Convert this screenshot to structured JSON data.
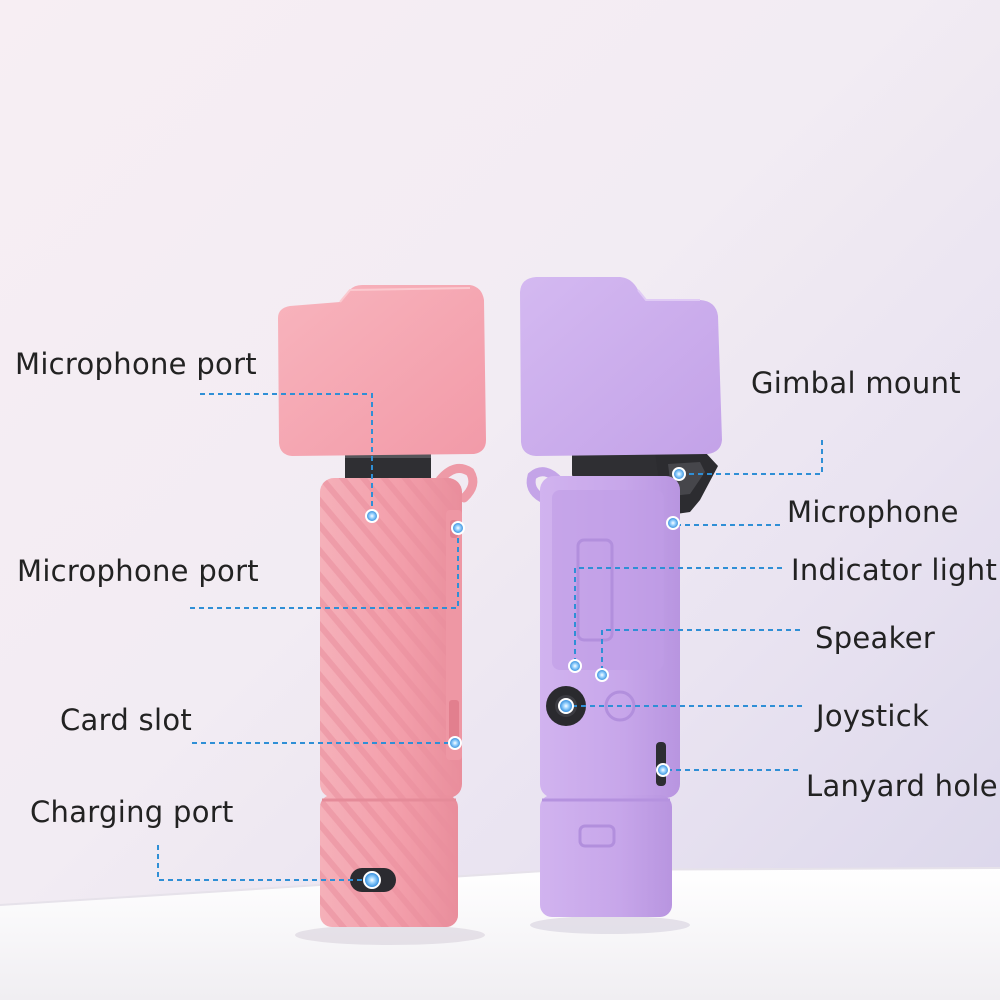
{
  "product_photo": {
    "left_case_color": "#f2a3ae",
    "right_case_color": "#c9a9ea",
    "callout_color": "#2f8fd6"
  },
  "callouts": {
    "left": [
      {
        "id": "microphone-port-top",
        "text": "Microphone port"
      },
      {
        "id": "microphone-port-side",
        "text": "Microphone port"
      },
      {
        "id": "card-slot",
        "text": "Card slot"
      },
      {
        "id": "charging-port",
        "text": "Charging port"
      }
    ],
    "right": [
      {
        "id": "gimbal-mount",
        "text": "Gimbal mount"
      },
      {
        "id": "microphone",
        "text": "Microphone"
      },
      {
        "id": "indicator-light",
        "text": "Indicator light"
      },
      {
        "id": "speaker",
        "text": "Speaker"
      },
      {
        "id": "joystick",
        "text": "Joystick"
      },
      {
        "id": "lanyard-hole",
        "text": "Lanyard hole"
      }
    ]
  }
}
